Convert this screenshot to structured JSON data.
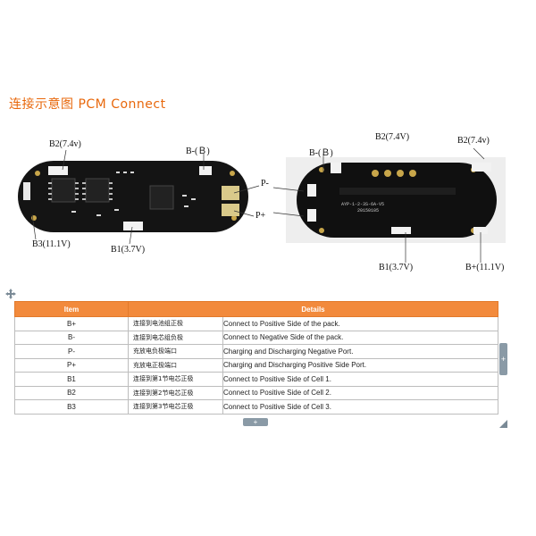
{
  "title": "连接示意图 PCM Connect",
  "left_board": {
    "labels": {
      "b2": "B2(7.4v)",
      "bminus": "B-(Ｂ)",
      "pminus": "P-",
      "pplus": "P+",
      "b3": "B3(11.1V)",
      "b1": "B1(3.7V)"
    }
  },
  "right_board": {
    "labels": {
      "bminus": "B-(Ｂ)",
      "b2a": "B2(7.4V)",
      "b2b": "B2(7.4v)",
      "pminus": "P-",
      "pplus": "P+",
      "b1": "B1(3.7V)",
      "bplus": "B+(11.1V)"
    },
    "silk": "AYP-1-2-3S-6A-V5",
    "silk2": "20150105"
  },
  "table": {
    "headers": [
      "Item",
      "Details"
    ],
    "rows": [
      {
        "item": "B+",
        "cn": "连接到电池组正极",
        "en": "Connect to Positive Side of the pack."
      },
      {
        "item": "B-",
        "cn": "连接到电芯组负极",
        "en": "Connect to Negative Side of the pack."
      },
      {
        "item": "P-",
        "cn": "充放电负极端口",
        "en": "Charging and Discharging Negative Port."
      },
      {
        "item": "P+",
        "cn": "充放电正极端口",
        "en": "Charging and Discharging Positive Side Port."
      },
      {
        "item": "B1",
        "cn": "连接到第1节电芯正极",
        "en": "Connect to Positive Side of Cell 1."
      },
      {
        "item": "B2",
        "cn": "连接到第2节电芯正极",
        "en": "Connect to Positive Side of Cell 2."
      },
      {
        "item": "B3",
        "cn": "连接到第3节电芯正极",
        "en": "Connect to Positive Side of Cell 3."
      }
    ]
  },
  "controls": {
    "side_tab": "+",
    "bottom_tab": "+"
  }
}
